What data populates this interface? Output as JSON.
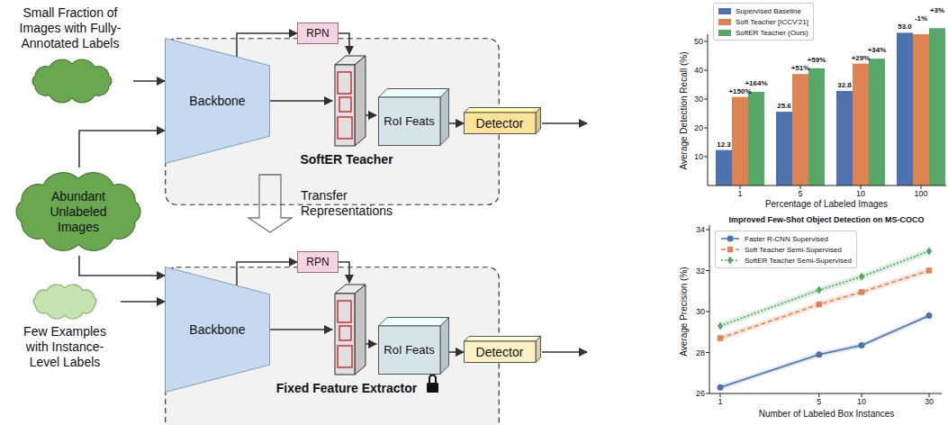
{
  "diagram": {
    "nodes": [
      {
        "text": [
          "Small Fraction of Images with Fully-Annotated Labels"
        ]
      },
      {
        "text": [
          "Abundant Unlabeled Images"
        ]
      },
      {
        "text": [
          "Few Examples with Instance-Level Labels"
        ]
      },
      {
        "text": [
          "SoftER Teacher"
        ]
      },
      {
        "text": [
          "Backbone"
        ],
        "in": 3
      },
      {
        "text": [
          "RPN"
        ],
        "in": 3
      },
      {
        "text": [
          "RoI Feats"
        ],
        "in": 3
      },
      {
        "text": [
          "Detector"
        ]
      },
      {
        "text": [
          "Fixed Feature Extractor"
        ]
      },
      {
        "text": [
          "Backbone"
        ],
        "in": 8
      },
      {
        "text": [
          "RPN"
        ],
        "in": 8
      },
      {
        "text": [
          "RoI Feats"
        ],
        "in": 8
      },
      {
        "text": [
          "Detector"
        ]
      }
    ],
    "edges": [
      {
        "from": 0,
        "to": 4,
        "arrow": "to"
      },
      {
        "from": 1,
        "to": 4,
        "arrow": "to"
      },
      {
        "from": 1,
        "to": 9,
        "arrow": "to"
      },
      {
        "from": 2,
        "to": 9,
        "arrow": "to"
      },
      {
        "from": 3,
        "to": 8,
        "label": "Transfer Representations",
        "arrow": "to"
      },
      {
        "from": 4,
        "to": 5,
        "arrow": "to"
      },
      {
        "from": 6,
        "to": 7,
        "arrow": "to"
      },
      {
        "from": 9,
        "to": 10,
        "arrow": "to"
      },
      {
        "from": 11,
        "to": 12,
        "arrow": "to"
      }
    ],
    "labels": [
      "Average Detection Recall (%)",
      "10",
      "20",
      "30",
      "40",
      "50",
      "1",
      "5",
      "10",
      "100",
      "Percentage of Labeled Images",
      "12.3",
      "+150%",
      "+164%",
      "25.6",
      "+51%",
      "+59%",
      "32.8",
      "+29%",
      "+34%",
      "53.0",
      "-1%",
      "+3%",
      "Improved Few-Shot Object Detection on MS-COCO",
      "Average Precision (%)",
      "26",
      "28",
      "30",
      "32",
      "34",
      "1",
      "5",
      "10",
      "30",
      "Number of Labeled Box Instances"
    ],
    "legend": [
      {
        "text": "Supervised Baseline",
        "color": "#4c72b0"
      },
      {
        "text": "Soft Teacher [ICCV'21]",
        "color": "#dd8452"
      },
      {
        "text": "SoftER Teacher (Ours)",
        "color": "#55a868"
      },
      {
        "text": "Faster R-CNN Supervised"
      },
      {
        "text": "Soft Teacher Semi-Supervised"
      },
      {
        "text": "SoftER Teacher Semi-Supervised"
      }
    ]
  }
}
